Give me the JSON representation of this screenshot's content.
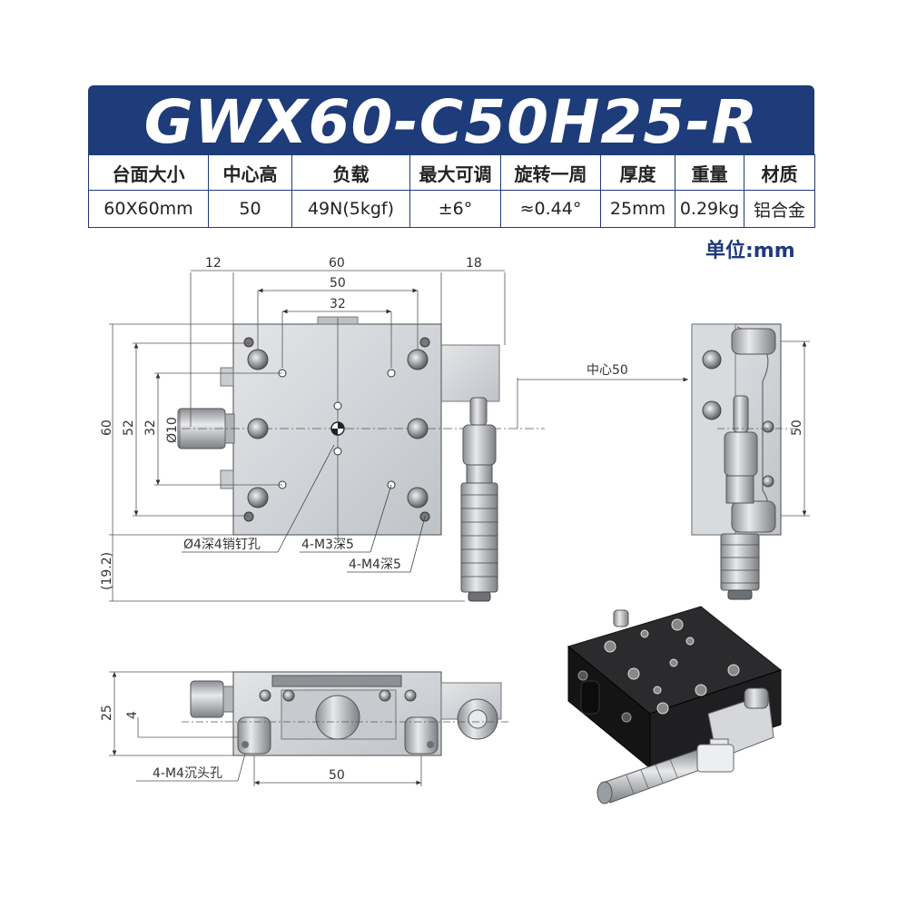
{
  "title": "GWX60-C50H25-R",
  "specs": {
    "headers": [
      "台面大小",
      "中心高",
      "负载",
      "最大可调",
      "旋转一周",
      "厚度",
      "重量",
      "材质"
    ],
    "values": [
      "60X60mm",
      "50",
      "49N(5kgf)",
      "±6°",
      "≈0.44°",
      "25mm",
      "0.29kg",
      "铝合金"
    ]
  },
  "unit": "单位:mm",
  "dimensions": {
    "top_12": "12",
    "top_60": "60",
    "top_50": "50",
    "top_32": "32",
    "top_18": "18",
    "left_60": "60",
    "left_52": "52",
    "left_32": "32",
    "knob_dia": "Ø10",
    "left_19_2": "(19.2)",
    "center_height": "中心50",
    "side_50": "50",
    "front_25": "25",
    "front_4": "4",
    "front_50": "50"
  },
  "callouts": {
    "pin_hole": "Ø4深4销钉孔",
    "m3": "4-M3深5",
    "m4": "4-M4深5",
    "m4_counterbore": "4-M4沉头孔"
  },
  "colors": {
    "banner": "#1e3b7a",
    "metal": "#cfd2d6",
    "product_black": "#1a1a1a"
  }
}
